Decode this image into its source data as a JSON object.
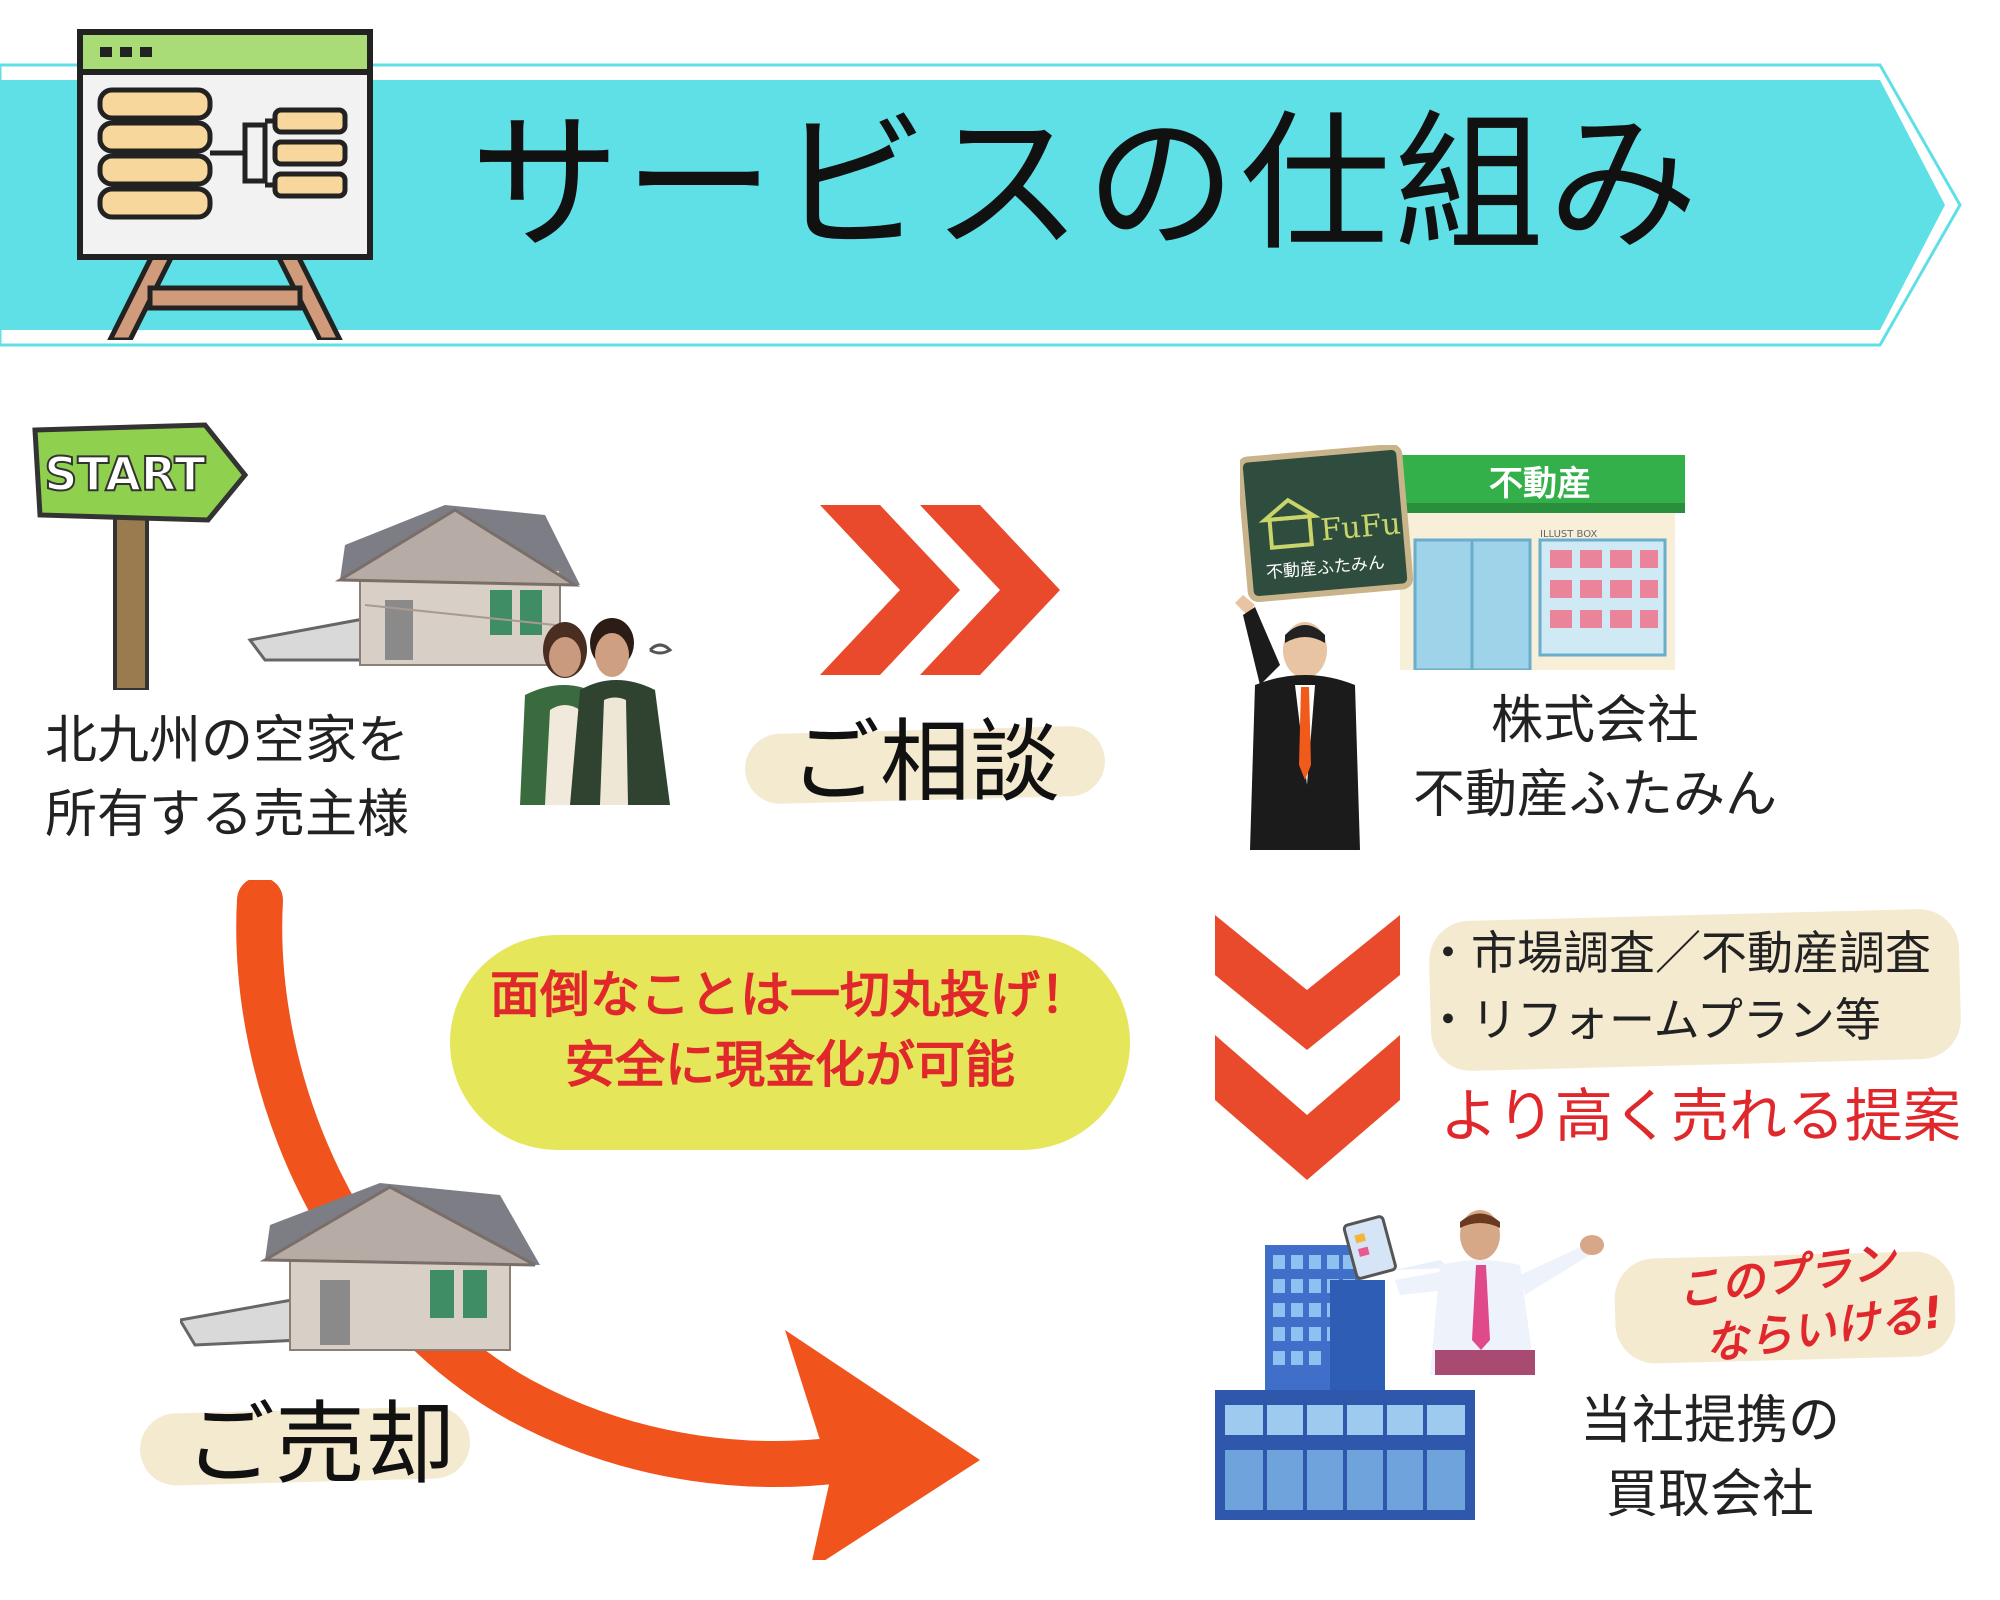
{
  "header": {
    "title": "サービスの仕組み",
    "band_color": "#5fe0e6",
    "icon": "presentation-board-icon"
  },
  "owner": {
    "sign_text": "START",
    "label_line1": "北九州の空家を",
    "label_line2": "所有する売主様"
  },
  "consult": {
    "label": "ご相談",
    "arrow_color": "#ea4a2c"
  },
  "company": {
    "sign_logo": "FuFu",
    "sign_sub": "不動産ふたみん",
    "shop_sign": "不動産",
    "watermark": "ILLUST BOX",
    "label_line1": "株式会社",
    "label_line2": "不動産ふたみん"
  },
  "proposal": {
    "bullet1": "・市場調査／不動産調査",
    "bullet2": "・リフォームプラン等",
    "headline": "より高く売れる提案"
  },
  "bubble": {
    "line1": "面倒なことは一切丸投げ！",
    "line2": "安全に現金化が可能",
    "color": "#e6e65a"
  },
  "sale": {
    "label": "ご売却"
  },
  "buyer": {
    "speech_line1": "このプラン",
    "speech_line2": "ならいける!",
    "label_line1": "当社提携の",
    "label_line2": "買取会社"
  }
}
